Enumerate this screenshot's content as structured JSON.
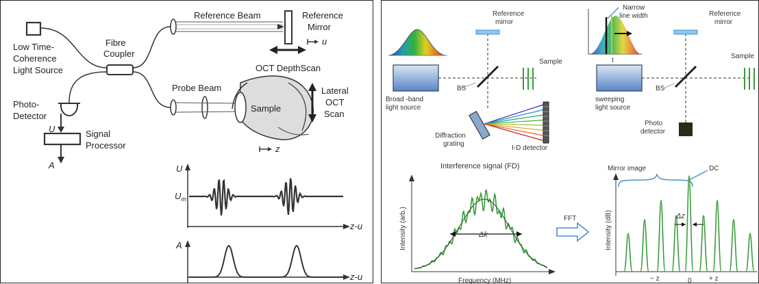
{
  "left": {
    "light_source": [
      "Low Time-",
      "Coherence",
      "Light Source"
    ],
    "fibre_coupler": [
      "Fibre",
      "Coupler"
    ],
    "reference_beam": "Reference Beam",
    "reference_mirror": [
      "Reference",
      "Mirror"
    ],
    "u_label": "u",
    "oct_depthscan": "OCT DepthScan",
    "probe_beam": "Probe Beam",
    "sample": "Sample",
    "lateral_scan": [
      "Lateral",
      "OCT",
      "Scan"
    ],
    "z_label": "z",
    "photo_detector": [
      "Photo-",
      "Detector"
    ],
    "U_label": "U",
    "signal_processor": [
      "Signal",
      "Processor"
    ],
    "A_label": "A",
    "plot1": {
      "y_label": "U",
      "um_label": "U",
      "um_sub": "m",
      "x_label": "z-u"
    },
    "plot2": {
      "y_label": "A",
      "x_label": "z-u"
    }
  },
  "right": {
    "ref_mirror_1": [
      "Reference",
      "mirror"
    ],
    "sample_1": "Sample",
    "bs_1": "BS",
    "broadband": [
      "Broad -band",
      "light source"
    ],
    "grating": [
      "Diffraction",
      "grating"
    ],
    "detector": "I-D detector",
    "narrow": [
      "Narrow",
      "line width"
    ],
    "t_label": "t",
    "ref_mirror_2": [
      "Reference",
      "mirror"
    ],
    "sample_2": "Sample",
    "bs_2": "BS",
    "sweeping": [
      "sweeping",
      "light source"
    ],
    "photo_detector": [
      "Photo",
      "detector"
    ],
    "interference_title": "Interference signal (FD)",
    "intensity_arb": "Intensity (arb.)",
    "frequency": "Frequency (MHz)",
    "delta_k": "Δk",
    "fft": "FFT",
    "mirror_image": "Mirror image",
    "dc": "DC",
    "intensity_db": "Intensity (dB)",
    "delta_z": "Δz",
    "minus_z": "− z",
    "zero": "0",
    "plus_z": "+ z"
  },
  "colors": {
    "line": "#333333",
    "green": "#3a9a3a",
    "blue": "#4a8fd0",
    "box": "#5a86c6",
    "mirror": "#6fb0e0"
  }
}
